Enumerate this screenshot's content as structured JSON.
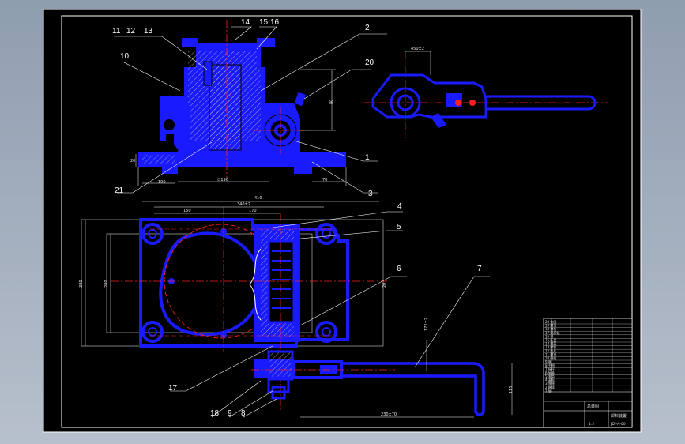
{
  "drawing": {
    "colors": {
      "background": "#000000",
      "outline": "#1a1aff",
      "hatch": "#cfcfcf",
      "centerline": "#ff2020",
      "leader": "#ffffff",
      "frame": "#ffffff",
      "window": "#a7b2c0"
    },
    "balloons": [
      "11",
      "12",
      "13",
      "14",
      "15",
      "16",
      "2",
      "10",
      "20",
      "1",
      "3",
      "21",
      "4",
      "5",
      "6",
      "7",
      "17",
      "18",
      "9",
      "8"
    ],
    "dimensions": {
      "d_top_view_width": "410",
      "d_top_view_inner": "340±2",
      "d_top_left": "150",
      "d_top_mid": "170",
      "d_left_outer": "380",
      "d_left_inner": "280",
      "d_right_side": "20",
      "d_vertical_handle": "172±2",
      "d_bottom_handle": "230±70",
      "d_handle_end": "115",
      "d_base_left": "100",
      "d_base_mid": "∅196",
      "d_base_right": "70",
      "d_side_left": "20",
      "d_height_front": "80",
      "d_arm_top": "450±2"
    },
    "title_block": {
      "title_main": "卸料装置",
      "title_code": "JDY-A-00",
      "drawing_no": "总装图",
      "scale": "1:2",
      "rows": [
        "20 垫圈",
        "19 螺母",
        "18 螺栓",
        "17 蜗杆轴",
        "16 销",
        "15 压盖",
        "14 端盖",
        "13 螺钉",
        "12 垫片",
        "11 螺母",
        "10 蜗轮",
        "9 键",
        "8 手柄",
        "7 摇杆",
        "6 轴承",
        "5 套筒",
        "4 盖板",
        "3 底座",
        "2 箱体",
        "1 轴"
      ]
    }
  }
}
